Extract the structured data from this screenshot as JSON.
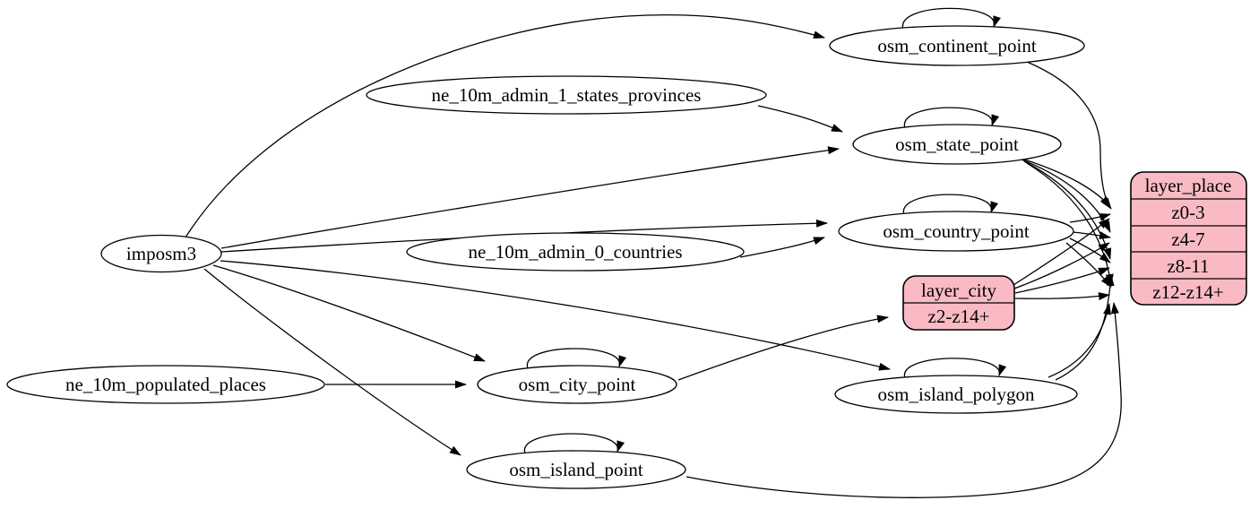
{
  "diagram": {
    "type": "etl-dependency-graph",
    "background_color": "#ffffff",
    "edge_color": "#000000",
    "ellipse_fill": "#ffffff",
    "record_fill": "#f9bac3",
    "nodes": {
      "imposm3": {
        "label": "imposm3",
        "shape": "ellipse"
      },
      "ne_10m_admin_1_states_provinces": {
        "label": "ne_10m_admin_1_states_provinces",
        "shape": "ellipse"
      },
      "ne_10m_admin_0_countries": {
        "label": "ne_10m_admin_0_countries",
        "shape": "ellipse"
      },
      "ne_10m_populated_places": {
        "label": "ne_10m_populated_places",
        "shape": "ellipse"
      },
      "osm_continent_point": {
        "label": "osm_continent_point",
        "shape": "ellipse",
        "self_loop": true
      },
      "osm_state_point": {
        "label": "osm_state_point",
        "shape": "ellipse",
        "self_loop": true
      },
      "osm_country_point": {
        "label": "osm_country_point",
        "shape": "ellipse",
        "self_loop": true
      },
      "osm_city_point": {
        "label": "osm_city_point",
        "shape": "ellipse",
        "self_loop": true
      },
      "osm_island_polygon": {
        "label": "osm_island_polygon",
        "shape": "ellipse",
        "self_loop": true
      },
      "osm_island_point": {
        "label": "osm_island_point",
        "shape": "ellipse",
        "self_loop": true
      }
    },
    "records": {
      "layer_city": {
        "title": "layer_city",
        "rows": [
          "z2-z14+"
        ]
      },
      "layer_place": {
        "title": "layer_place",
        "rows": [
          "z0-3",
          "z4-7",
          "z8-11",
          "z12-z14+"
        ]
      }
    },
    "edges": [
      {
        "from": "imposm3",
        "to": "osm_continent_point"
      },
      {
        "from": "imposm3",
        "to": "osm_state_point"
      },
      {
        "from": "imposm3",
        "to": "osm_country_point"
      },
      {
        "from": "imposm3",
        "to": "osm_city_point"
      },
      {
        "from": "imposm3",
        "to": "osm_island_polygon"
      },
      {
        "from": "imposm3",
        "to": "osm_island_point"
      },
      {
        "from": "ne_10m_admin_1_states_provinces",
        "to": "osm_state_point"
      },
      {
        "from": "ne_10m_admin_0_countries",
        "to": "osm_country_point"
      },
      {
        "from": "ne_10m_populated_places",
        "to": "osm_city_point"
      },
      {
        "from": "osm_continent_point",
        "to": "osm_continent_point"
      },
      {
        "from": "osm_state_point",
        "to": "osm_state_point"
      },
      {
        "from": "osm_country_point",
        "to": "osm_country_point"
      },
      {
        "from": "osm_city_point",
        "to": "osm_city_point"
      },
      {
        "from": "osm_island_polygon",
        "to": "osm_island_polygon"
      },
      {
        "from": "osm_island_point",
        "to": "osm_island_point"
      },
      {
        "from": "osm_continent_point",
        "to": "layer_place",
        "to_port": "z0-3"
      },
      {
        "from": "osm_state_point",
        "to": "layer_place",
        "to_port": "z0-3"
      },
      {
        "from": "osm_state_point",
        "to": "layer_place",
        "to_port": "z4-7"
      },
      {
        "from": "osm_state_point",
        "to": "layer_place",
        "to_port": "z8-11"
      },
      {
        "from": "osm_state_point",
        "to": "layer_place",
        "to_port": "z12-z14+"
      },
      {
        "from": "osm_country_point",
        "to": "layer_place",
        "to_port": "z0-3"
      },
      {
        "from": "osm_country_point",
        "to": "layer_place",
        "to_port": "z4-7"
      },
      {
        "from": "osm_country_point",
        "to": "layer_place",
        "to_port": "z8-11"
      },
      {
        "from": "osm_country_point",
        "to": "layer_place",
        "to_port": "z12-z14+"
      },
      {
        "from": "osm_city_point",
        "to": "layer_city",
        "to_port": "z2-z14+"
      },
      {
        "from": "layer_city",
        "to": "layer_place",
        "to_port": "z0-3"
      },
      {
        "from": "layer_city",
        "to": "layer_place",
        "to_port": "z4-7"
      },
      {
        "from": "layer_city",
        "to": "layer_place",
        "to_port": "z8-11"
      },
      {
        "from": "layer_city",
        "to": "layer_place",
        "to_port": "z12-z14+"
      },
      {
        "from": "osm_island_polygon",
        "to": "layer_place",
        "to_port": "z8-11"
      },
      {
        "from": "osm_island_polygon",
        "to": "layer_place",
        "to_port": "z12-z14+"
      },
      {
        "from": "osm_island_point",
        "to": "layer_place",
        "to_port": "z12-z14+"
      }
    ]
  }
}
